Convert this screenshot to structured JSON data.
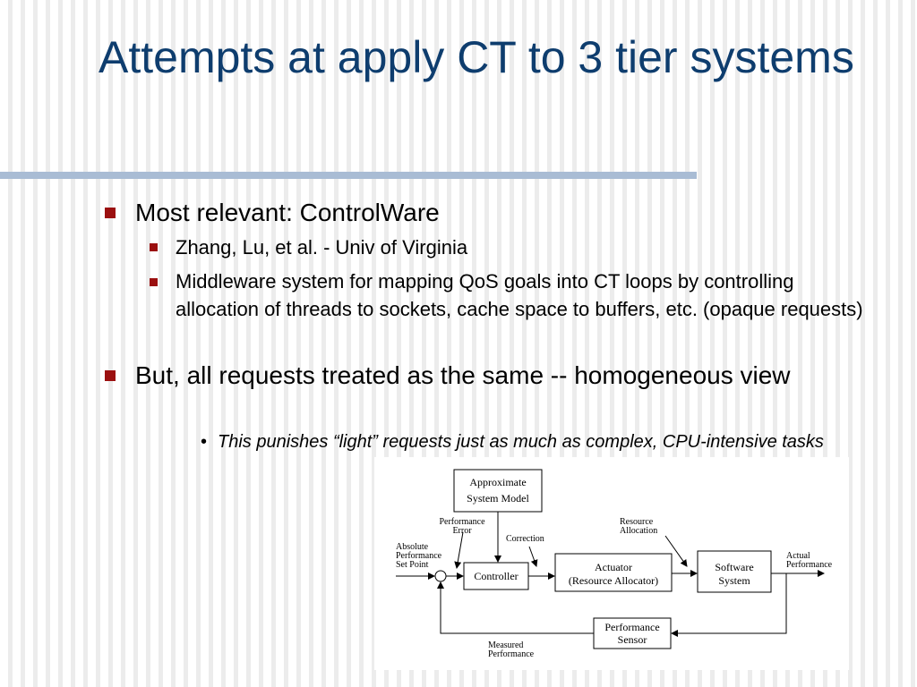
{
  "slide": {
    "title": "Attempts at apply CT to 3 tier systems",
    "bullets": [
      {
        "text": "Most relevant: ControlWare",
        "sub": [
          "Zhang, Lu, et al. - Univ of Virginia",
          "Middleware system for mapping QoS goals into CT loops by controlling allocation of threads to sockets, cache space to buffers, etc. (opaque requests)"
        ]
      },
      {
        "text": "But, all requests treated as the same -- homogeneous view",
        "sub": [
          "This punishes “light” requests just as much as complex, CPU-intensive tasks"
        ]
      }
    ]
  },
  "diagram": {
    "model_box": [
      "Approximate",
      "System Model"
    ],
    "controller": "Controller",
    "actuator": [
      "Actuator",
      "(Resource Allocator)"
    ],
    "software": [
      "Software",
      "System"
    ],
    "sensor": [
      "Performance",
      "Sensor"
    ],
    "label_perf_error": [
      "Performance",
      "Error"
    ],
    "label_correction": "Correction",
    "label_resource_alloc": [
      "Resource",
      "Allocation"
    ],
    "label_setpoint": [
      "Absolute",
      "Performance",
      "Set Point"
    ],
    "label_actual": [
      "Actual",
      "Performance"
    ],
    "label_measured": [
      "Measured",
      "Performance"
    ]
  }
}
